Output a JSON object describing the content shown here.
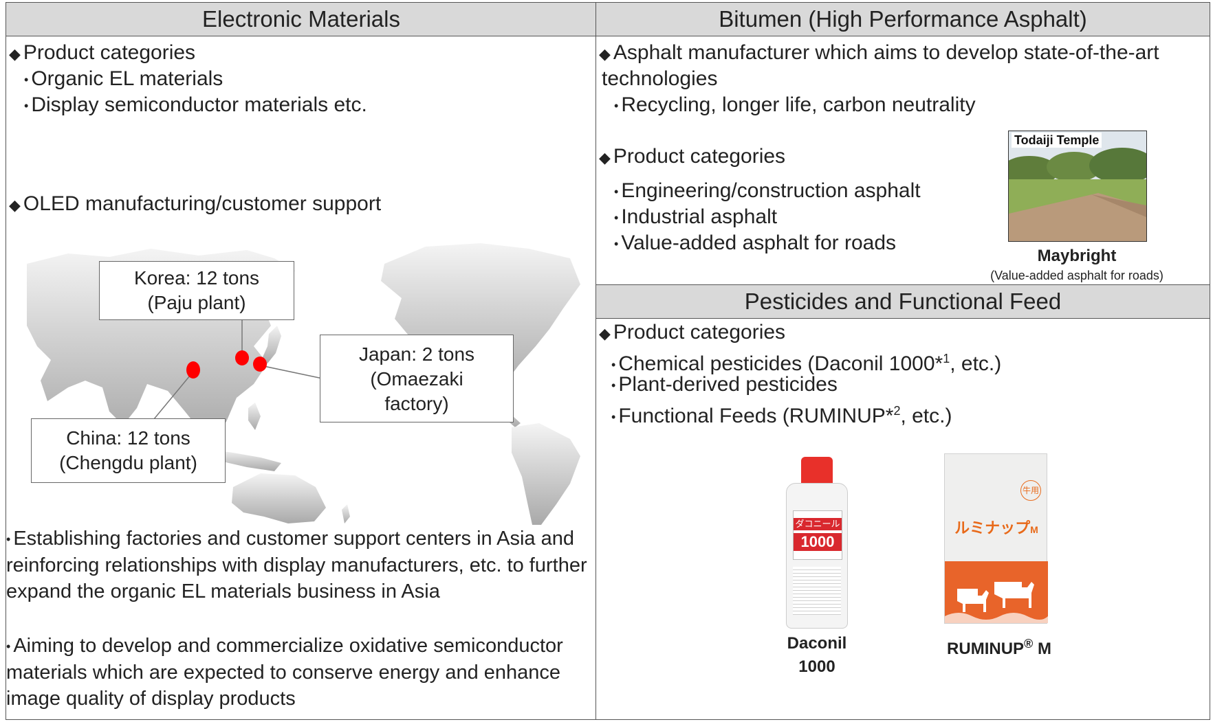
{
  "electronic": {
    "title": "Electronic Materials",
    "product_categories_heading": "Product categories",
    "categories": [
      "Organic EL materials",
      "Display semiconductor materials  etc."
    ],
    "oled_heading": "OLED manufacturing/customer support",
    "callouts": {
      "korea": [
        "Korea: 12 tons",
        "(Paju plant)"
      ],
      "japan": [
        "Japan:  2 tons",
        "(Omaezaki",
        "factory)"
      ],
      "china": [
        "China: 12 tons",
        "(Chengdu plant)"
      ]
    },
    "paragraph1": "Establishing factories and customer support centers in Asia and reinforcing relationships with display manufacturers, etc. to further expand the organic EL materials business in Asia",
    "paragraph2": "Aiming to develop and commercialize oxidative semiconductor materials which are expected to conserve energy and enhance image quality of display products"
  },
  "bitumen": {
    "title": "Bitumen (High Performance Asphalt)",
    "aim_line1": "Asphalt manufacturer which aims to develop state-of-the-art",
    "aim_line2": "technologies",
    "aim_sub": "Recycling, longer life, carbon neutrality",
    "product_categories_heading": "Product categories",
    "categories": [
      "Engineering/construction asphalt",
      "Industrial asphalt",
      "Value-added asphalt for roads"
    ],
    "photo_label": "Todaiji Temple",
    "photo_caption": "Maybright",
    "photo_subcaption": "(Value-added asphalt for roads)"
  },
  "pesticides": {
    "title": "Pesticides and Functional Feed",
    "product_categories_heading": "Product categories",
    "item1_pre": "Chemical pesticides (Daconil 1000*",
    "item1_sup": "1",
    "item1_post": ", etc.)",
    "item2": "Plant-derived pesticides",
    "item3_pre": "Functional Feeds (RUMINUP*",
    "item3_sup": "2",
    "item3_post": ", etc.)",
    "bottle_text": [
      "ダコニール",
      "1000"
    ],
    "bag_text": [
      "牛用",
      "ルミナップ",
      "M"
    ],
    "daconil_caption": [
      "Daconil",
      "1000"
    ],
    "ruminup_caption": "RUMINUP",
    "ruminup_reg": "®",
    "ruminup_suffix": "M"
  },
  "colors": {
    "header_bg": "#d9d9d9",
    "marker": "#ff0000",
    "border": "#555555"
  }
}
